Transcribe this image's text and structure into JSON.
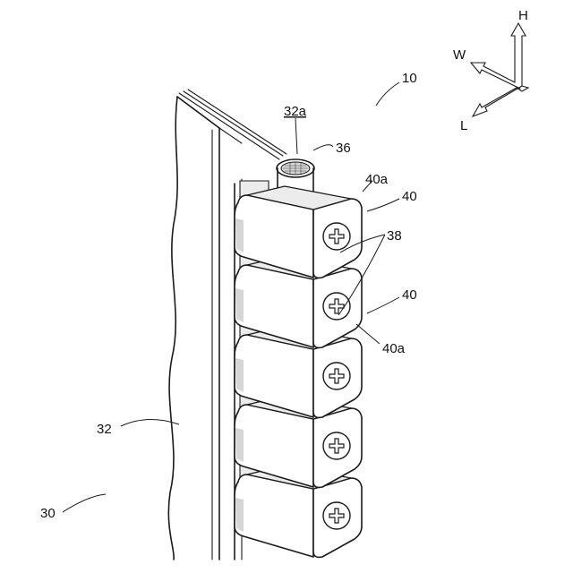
{
  "labels": {
    "ref_10": "10",
    "ref_30": "30",
    "ref_32": "32",
    "ref_32a": "32a",
    "ref_36": "36",
    "ref_38": "38",
    "ref_40_top": "40",
    "ref_40_mid": "40",
    "ref_40a_top": "40a",
    "ref_40a_mid": "40a"
  },
  "axes": {
    "h": "H",
    "w": "W",
    "l": "L"
  },
  "modules": [
    "module-1",
    "module-2",
    "module-3",
    "module-4",
    "module-5"
  ],
  "colors": {
    "ink": "#1a1a1a",
    "shade": "#d6d6d6",
    "background": "#ffffff"
  }
}
